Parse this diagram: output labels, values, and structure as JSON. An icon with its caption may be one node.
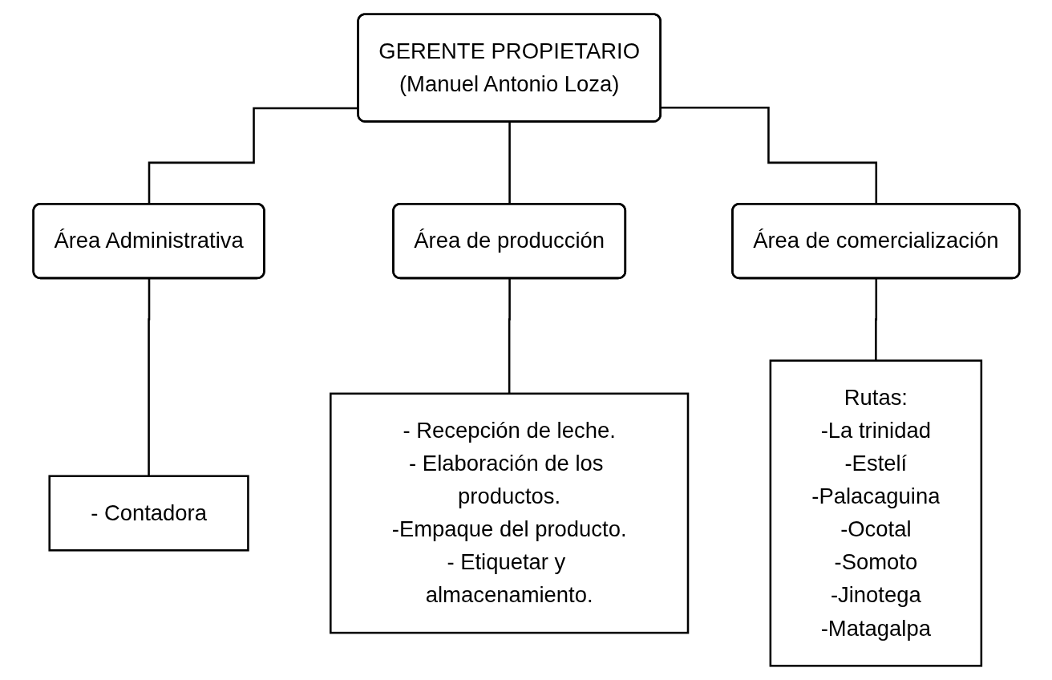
{
  "diagram": {
    "nodes": [
      {
        "text": [
          "GERENTE  PROPIETARIO",
          "(Manuel Antonio Loza)"
        ]
      },
      {
        "text": [
          "Área Administrativa"
        ]
      },
      {
        "text": [
          "Área de producción"
        ]
      },
      {
        "text": [
          "Área de comercialización"
        ]
      },
      {
        "text": [
          "- Contadora"
        ]
      },
      {
        "text": [
          "- Recepción de leche.",
          "- Elaboración de los productos.",
          "-Empaque del producto.",
          "- Etiquetar y almacenamiento."
        ]
      },
      {
        "text": [
          "Rutas:",
          "-La trinidad",
          "-Estelí",
          "-Palacaguina",
          "-Ocotal",
          "-Somoto",
          "-Jinotega",
          "-Matagalpa"
        ]
      }
    ],
    "edges": [
      {
        "from": 0,
        "to": 1,
        "arrow": "none"
      },
      {
        "from": 0,
        "to": 2,
        "arrow": "none"
      },
      {
        "from": 0,
        "to": 3,
        "arrow": "none"
      },
      {
        "from": 1,
        "to": 4,
        "arrow": "none"
      },
      {
        "from": 2,
        "to": 5,
        "arrow": "none"
      },
      {
        "from": 3,
        "to": 6,
        "arrow": "none"
      }
    ]
  }
}
